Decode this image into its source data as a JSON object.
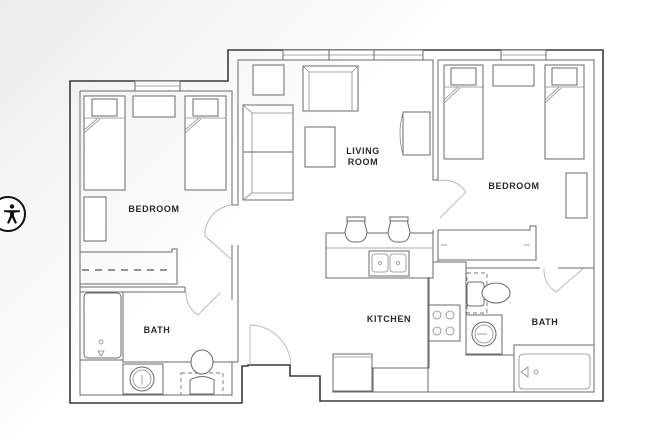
{
  "floor_plan": {
    "rooms": [
      {
        "id": "bedroom-left",
        "label": "BEDROOM"
      },
      {
        "id": "living-room",
        "label_line1": "LIVING",
        "label_line2": "ROOM"
      },
      {
        "id": "bedroom-right",
        "label": "BEDROOM"
      },
      {
        "id": "bath-left",
        "label": "BATH"
      },
      {
        "id": "kitchen",
        "label": "KITCHEN"
      },
      {
        "id": "bath-right",
        "label": "BATH"
      }
    ]
  },
  "accessibility_button": {
    "icon": "accessibility-icon",
    "aria_label": "Accessibility"
  },
  "colors": {
    "wall": "#3a3a3a",
    "fixture": "#6a6a6a",
    "text": "#2a2a2a",
    "background": "#ffffff"
  }
}
